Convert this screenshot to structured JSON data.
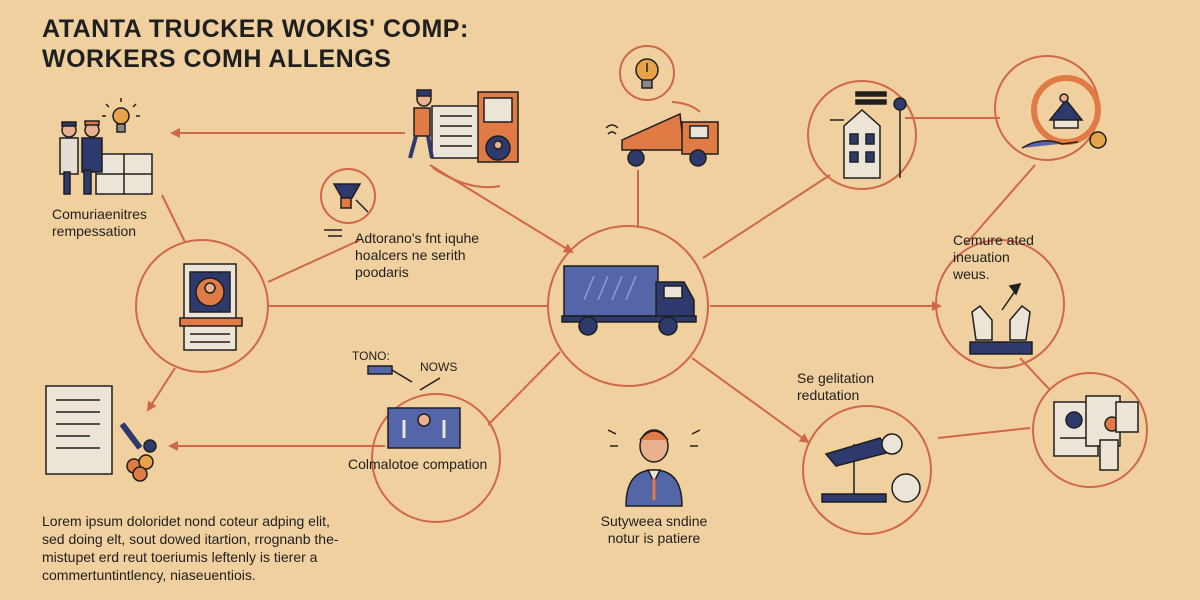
{
  "title": {
    "line1": "ATANTA TRUCKER WOKIS' COMP:",
    "line2": "WORKERS COMH ALLENGS"
  },
  "labels": {
    "top_left": [
      "Comuriaenitres",
      "rempessation"
    ],
    "mid_left": [
      "Adtorano's fnt iquhe",
      "hoalcers ne serith",
      "poodaris"
    ],
    "tono": "TONO:",
    "nows": "NOWS",
    "bottom_mid_left": "Colmalotoe compation",
    "right": [
      "Cemure ated",
      "ineuation",
      "weus."
    ],
    "bottom_right": [
      "Se gelitation",
      "redutation"
    ],
    "bottom_center": [
      "Sutyweea sndine",
      "notur is patiere"
    ]
  },
  "paragraph": [
    "Lorem ipsum doloridet nond coteur adping elit,",
    "sed doing elt, sout dowed itartion, rrognanb the-",
    "mistupet erd reut toeriumis leftenly is tierer a",
    "commertuntintlency, niaseuentiois."
  ],
  "icons": [
    "workers-icon",
    "lightbulb-icon",
    "document-worker-icon",
    "lightbulb-circle-icon",
    "dump-truck-icon",
    "building-icon",
    "award-hand-icon",
    "trophy-icon",
    "id-card-icon",
    "semi-truck-icon",
    "raising-hands-icon",
    "report-icon",
    "gavel-icon",
    "board-icon",
    "worker-bust-icon",
    "scale-icon",
    "id-cards-icon"
  ],
  "colors": {
    "background": "#f0d09e",
    "connector": "#d0674a",
    "navy": "#2e3a6e",
    "blue": "#5566a8",
    "orange": "#e07b45"
  }
}
